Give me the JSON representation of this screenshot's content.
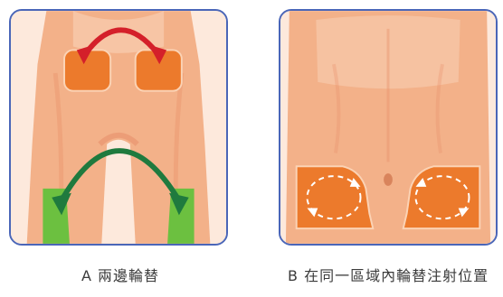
{
  "captions": {
    "a": "A 兩邊輪替",
    "b": "B 在同一區域內輪替注射位置"
  },
  "colors": {
    "skin": "#f3b189",
    "skin_light": "#f8cdb0",
    "skin_shadow": "#e8906a",
    "orange_zone": "#ec7a2c",
    "green_zone": "#6cc040",
    "red_arrow": "#d4202a",
    "green_arrow": "#1f7a3e",
    "frame": "#4a66b8"
  },
  "diagrams": [
    {
      "id": "a",
      "body_view": "front legs",
      "zones": [
        "orange-upper-left",
        "orange-upper-right",
        "green-lower-left",
        "green-lower-right"
      ],
      "arrows": [
        "red-double-arrow",
        "green-double-arrow"
      ]
    },
    {
      "id": "b",
      "body_view": "abdomen",
      "zones": [
        "orange-abdomen-left",
        "orange-abdomen-right"
      ],
      "arrows": [
        "rotation-arrows"
      ]
    }
  ]
}
